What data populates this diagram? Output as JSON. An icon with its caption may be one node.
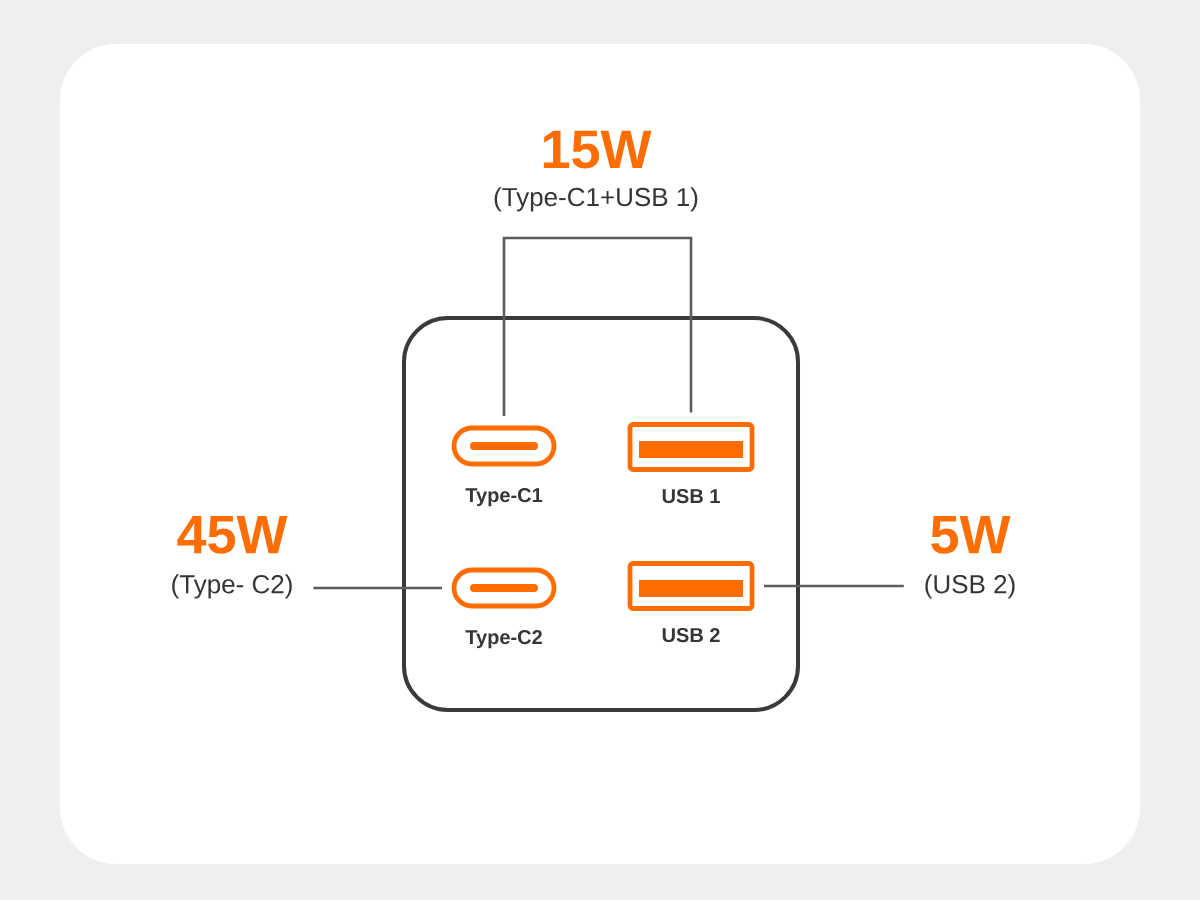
{
  "diagram": {
    "nodes": [
      {
        "text": [],
        "shape": "box"
      },
      {
        "text": [
          "Type-C1"
        ],
        "in": 0
      },
      {
        "text": [
          "USB 1"
        ],
        "in": 0
      },
      {
        "text": [
          "Type-C2"
        ],
        "in": 0
      },
      {
        "text": [
          "USB 2"
        ],
        "in": 0
      },
      {
        "text": [
          "45W",
          "(Type- C2)"
        ]
      },
      {
        "text": [
          "5W",
          "(USB 2)"
        ]
      }
    ],
    "edges": [
      {
        "from": 1,
        "to": 2,
        "arrow": "none"
      },
      {
        "from": 5,
        "to": 3,
        "arrow": "none"
      },
      {
        "from": 6,
        "to": 4,
        "arrow": "none"
      }
    ],
    "labels": [
      "15W",
      "(Type-C1+USB 1)"
    ]
  }
}
